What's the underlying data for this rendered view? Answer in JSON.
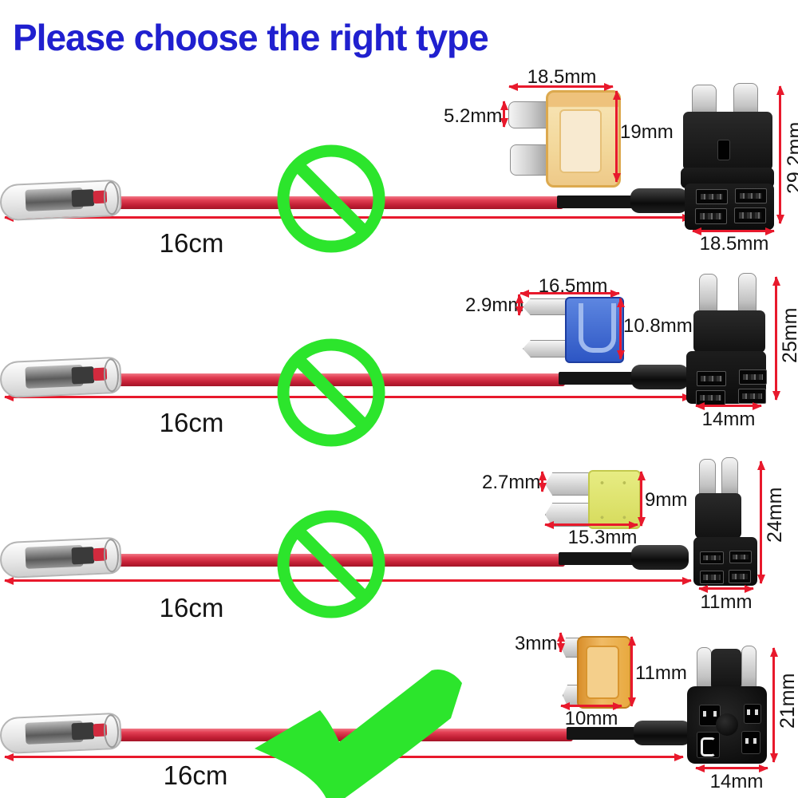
{
  "title": {
    "text": "Please choose the right type",
    "color": "#2020cf"
  },
  "dimension_color": "#e8192c",
  "status_green": "#2ce52c",
  "wire_color": "#d22a3e",
  "rows": [
    {
      "fuse": "standard-blade-fuse",
      "fuse_color": "#f3d89b",
      "status": "not-suitable",
      "status_icon": "no-circle-icon",
      "wire_length": "16cm",
      "dims": {
        "fuse_width": "18.5mm",
        "fuse_terminal": "5.2mm",
        "fuse_height": "19mm",
        "tap_height": "29.2mm",
        "tap_width": "18.5mm"
      }
    },
    {
      "fuse": "mini-blade-fuse",
      "fuse_color": "#3e6fd8",
      "status": "not-suitable",
      "status_icon": "no-circle-icon",
      "wire_length": "16cm",
      "dims": {
        "fuse_width": "16.5mm",
        "fuse_terminal": "2.9mm",
        "fuse_height": "10.8mm",
        "tap_height": "25mm",
        "tap_width": "14mm"
      }
    },
    {
      "fuse": "micro2-blade-fuse",
      "fuse_color": "#dfe46f",
      "status": "not-suitable",
      "status_icon": "no-circle-icon",
      "wire_length": "16cm",
      "dims": {
        "fuse_terminal": "2.7mm",
        "fuse_height": "9mm",
        "fuse_width": "15.3mm",
        "tap_height": "24mm",
        "tap_width": "11mm"
      }
    },
    {
      "fuse": "low-profile-mini-blade-fuse",
      "fuse_color": "#e8a93f",
      "status": "suitable",
      "status_icon": "check-mark-icon",
      "wire_length": "16cm",
      "dims": {
        "fuse_terminal": "3mm",
        "fuse_height": "11mm",
        "fuse_width": "10mm",
        "tap_height": "21mm",
        "tap_width": "14mm"
      }
    }
  ]
}
